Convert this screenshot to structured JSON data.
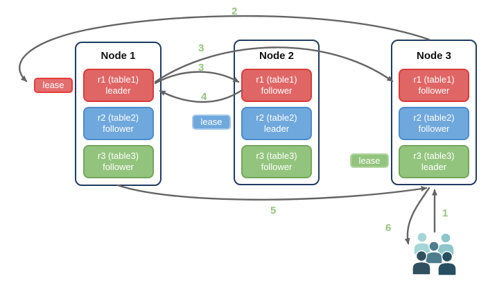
{
  "nodes": [
    {
      "title": "Node 1",
      "replicas": [
        {
          "name": "r1 (table1)",
          "role": "leader"
        },
        {
          "name": "r2 (table2)",
          "role": "follower"
        },
        {
          "name": "r3 (table3)",
          "role": "follower"
        }
      ]
    },
    {
      "title": "Node 2",
      "replicas": [
        {
          "name": "r1 (table1)",
          "role": "follower"
        },
        {
          "name": "r2 (table2)",
          "role": "leader"
        },
        {
          "name": "r3 (table3)",
          "role": "follower"
        }
      ]
    },
    {
      "title": "Node 3",
      "replicas": [
        {
          "name": "r1 (table1)",
          "role": "follower"
        },
        {
          "name": "r2 (table2)",
          "role": "follower"
        },
        {
          "name": "r3 (table3)",
          "role": "leader"
        }
      ]
    }
  ],
  "leases": {
    "red": "lease",
    "blue": "lease",
    "green": "lease"
  },
  "steps": {
    "s1": "1",
    "s2": "2",
    "s3a": "3",
    "s3b": "3",
    "s4": "4",
    "s5": "5",
    "s6": "6"
  },
  "icons": {
    "users_group": "users-group-icon"
  },
  "colors": {
    "red_fill": "#e06666",
    "red_border": "#d93b3b",
    "red_lease_border": "#e63b3b",
    "blue_fill": "#6fa8dc",
    "blue_border": "#4d8bc9",
    "blue_lease_border": "#a6c9ea",
    "green_fill": "#93c47d",
    "green_border": "#74a75a",
    "green_lease_border": "#b4d7a4",
    "node_border": "#1f3a60",
    "arrow": "#646464",
    "step_label": "#93c47d",
    "users_light_teal": "#a5d5d8",
    "users_mid_teal": "#8cc6cb",
    "users_slate": "#4e7d8e",
    "users_dark": "#30505f",
    "users_darkest": "#265061"
  }
}
